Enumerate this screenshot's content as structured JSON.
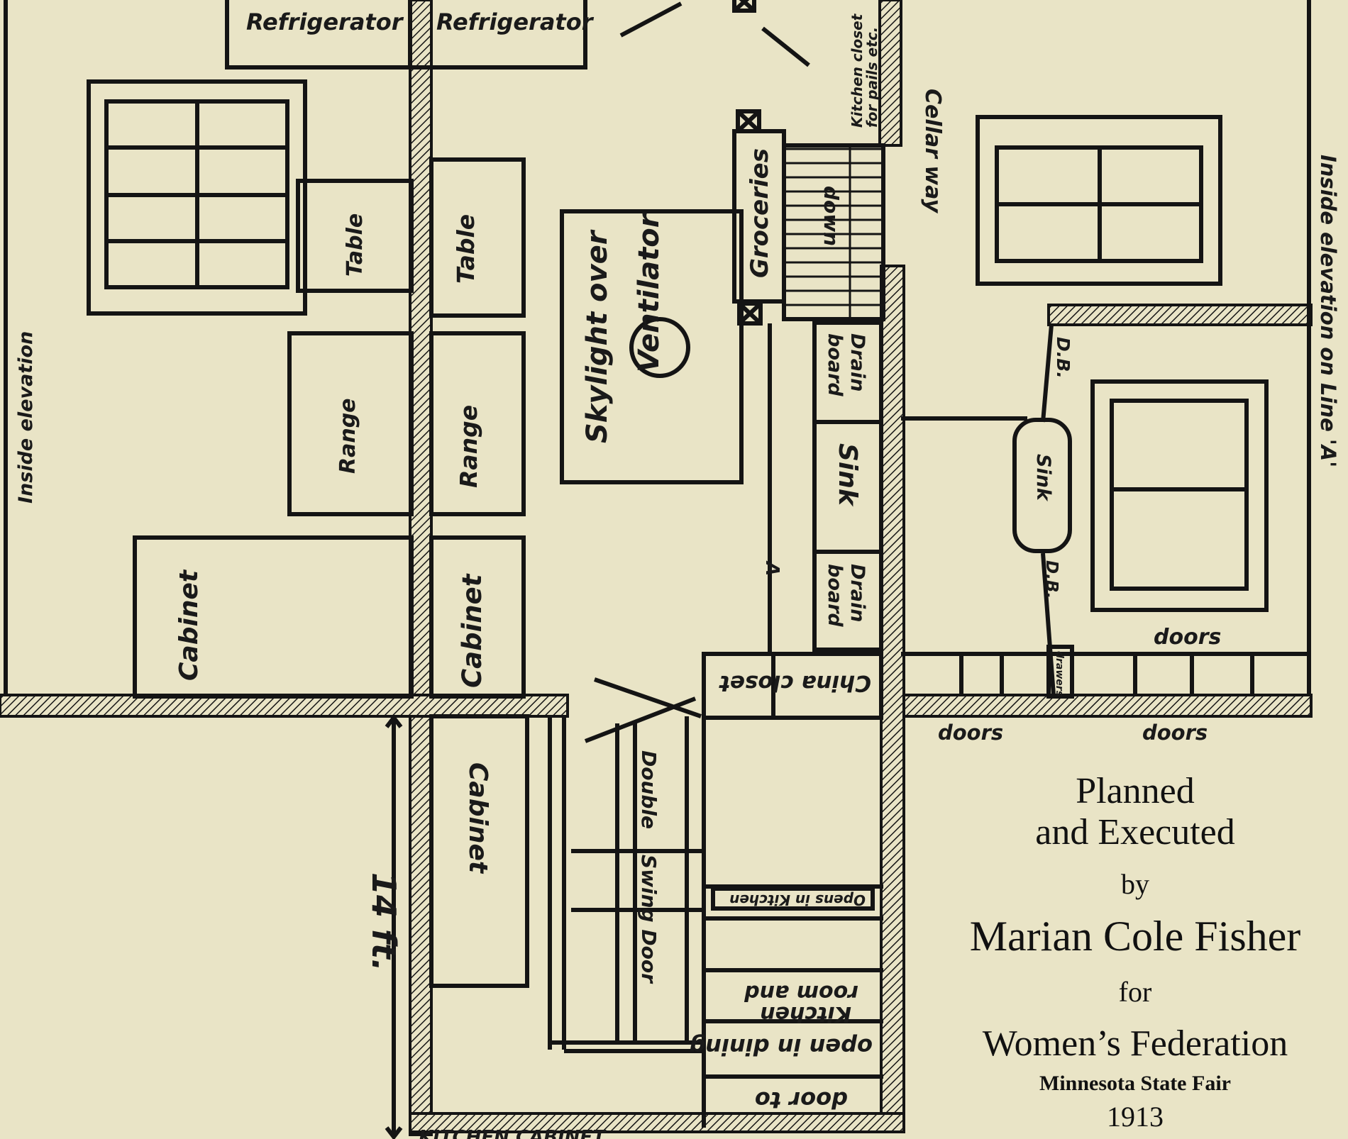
{
  "colors": {
    "paper": "#e9e4c6",
    "ink": "#141414"
  },
  "labels": {
    "refrigerator_left": "Refrigerator",
    "refrigerator_right": "Refrigerator",
    "kitchen_closet": "Kitchen closet",
    "kitchen_closet_2": "for pails etc.",
    "cellar_way": "Cellar way",
    "inside_elevation": "Inside elevation",
    "inside_elevation_line_a": "Inside elevation on Line 'A'",
    "table_left": "Table",
    "table_right": "Table",
    "groceries": "Groceries",
    "down": "down",
    "skylight": "Skylight over",
    "ventilator": "Ventilator",
    "range_left": "Range",
    "range_right": "Range",
    "drain_board_upper_1": "Drain",
    "drain_board_upper_2": "board",
    "sink_left": "Sink",
    "drain_board_lower_1": "Drain",
    "drain_board_lower_2": "board",
    "db_upper": "D.B.",
    "sink_right": "Sink",
    "db_lower": "D.B.",
    "cabinet_left": "Cabinet",
    "cabinet_middle": "Cabinet",
    "cabinet_lower": "Cabinet",
    "china_closet": "China closet",
    "double_swing_1": "Double",
    "double_swing_2": "Swing Door",
    "doors_right_top": "doors",
    "doors_bottom_left": "doors",
    "doors_bottom_right": "doors",
    "drawers": "drawers",
    "opens_in_kitchen": "Opens in Kitchen",
    "room_and": "room and",
    "kitchen": "Kitchen",
    "open_in_dining": "open in dining",
    "door_to": "door to",
    "marker_a": "A",
    "dimension": "14 ft.",
    "kitchen_cabinet_bottom": "KITCHEN CABINET"
  },
  "credit": {
    "line1": "Planned",
    "line2": "and Executed",
    "line3": "by",
    "line4": "Marian Cole Fisher",
    "line5": "for",
    "line6": "Women’s Federation",
    "line7": "Minnesota State Fair",
    "line8": "1913"
  }
}
